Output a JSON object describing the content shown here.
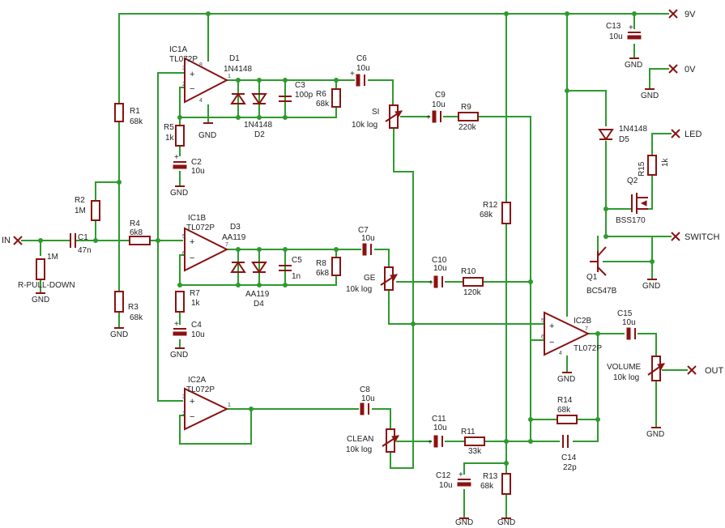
{
  "nets": {
    "supply": "9V",
    "ground_ref": "0V",
    "gnd": "GND",
    "input": "IN",
    "output": "OUT",
    "led": "LED",
    "switch": "SWITCH"
  },
  "opamps": {
    "ic1a": {
      "ref": "IC1A",
      "part": "TL072P"
    },
    "ic1b": {
      "ref": "IC1B",
      "part": "TL072P"
    },
    "ic2a": {
      "ref": "IC2A",
      "part": "TL072P"
    },
    "ic2b": {
      "ref": "IC2B",
      "part": "TL072P"
    }
  },
  "resistors": {
    "r1": {
      "ref": "R1",
      "value": "68k"
    },
    "r2": {
      "ref": "R2",
      "value": "1M"
    },
    "r3": {
      "ref": "R3",
      "value": "68k"
    },
    "r4": {
      "ref": "R4",
      "value": "6k8"
    },
    "r5": {
      "ref": "R5",
      "value": "1k"
    },
    "r6": {
      "ref": "R6",
      "value": "68k"
    },
    "r7": {
      "ref": "R7",
      "value": "1k"
    },
    "r8": {
      "ref": "R8",
      "value": "6k8"
    },
    "r9": {
      "ref": "R9",
      "value": "220k"
    },
    "r10": {
      "ref": "R10",
      "value": "120k"
    },
    "r11": {
      "ref": "R11",
      "value": "33k"
    },
    "r12": {
      "ref": "R12",
      "value": "68k"
    },
    "r13": {
      "ref": "R13",
      "value": "68k"
    },
    "r14": {
      "ref": "R14",
      "value": "68k"
    },
    "r15": {
      "ref": "R15",
      "value": "1k"
    },
    "rpd": {
      "ref": "R-PULL-DOWN",
      "value": "1M"
    }
  },
  "capacitors": {
    "c1": {
      "ref": "C1",
      "value": "47n"
    },
    "c2": {
      "ref": "C2",
      "value": "10u"
    },
    "c3": {
      "ref": "C3",
      "value": "100p"
    },
    "c4": {
      "ref": "C4",
      "value": "10u"
    },
    "c5": {
      "ref": "C5",
      "value": "1n"
    },
    "c6": {
      "ref": "C6",
      "value": "10u"
    },
    "c7": {
      "ref": "C7",
      "value": "10u"
    },
    "c8": {
      "ref": "C8",
      "value": "10u"
    },
    "c9": {
      "ref": "C9",
      "value": "10u"
    },
    "c10": {
      "ref": "C10",
      "value": "10u"
    },
    "c11": {
      "ref": "C11",
      "value": "10u"
    },
    "c12": {
      "ref": "C12",
      "value": "10u"
    },
    "c13": {
      "ref": "C13",
      "value": "10u"
    },
    "c14": {
      "ref": "C14",
      "value": "22p"
    },
    "c15": {
      "ref": "C15",
      "value": "10u"
    }
  },
  "diodes": {
    "d1": {
      "ref": "D1",
      "value": "1N4148"
    },
    "d2": {
      "ref": "D2",
      "value": "1N4148"
    },
    "d3": {
      "ref": "D3",
      "value": "AA119"
    },
    "d4": {
      "ref": "D4",
      "value": "AA119"
    },
    "d5": {
      "ref": "D5",
      "value": "1N4148"
    }
  },
  "pots": {
    "si": {
      "ref": "SI",
      "value": "10k log"
    },
    "ge": {
      "ref": "GE",
      "value": "10k log"
    },
    "clean": {
      "ref": "CLEAN",
      "value": "10k log"
    },
    "volume": {
      "ref": "VOLUME",
      "value": "10k log"
    }
  },
  "transistors": {
    "q1": {
      "ref": "Q1",
      "value": "BC547B"
    },
    "q2": {
      "ref": "Q2",
      "value": "BSS170"
    }
  },
  "colors": {
    "wire": "#2e9a2e",
    "symbol": "#8a1212",
    "text": "#222222",
    "background": "#ffffff"
  }
}
